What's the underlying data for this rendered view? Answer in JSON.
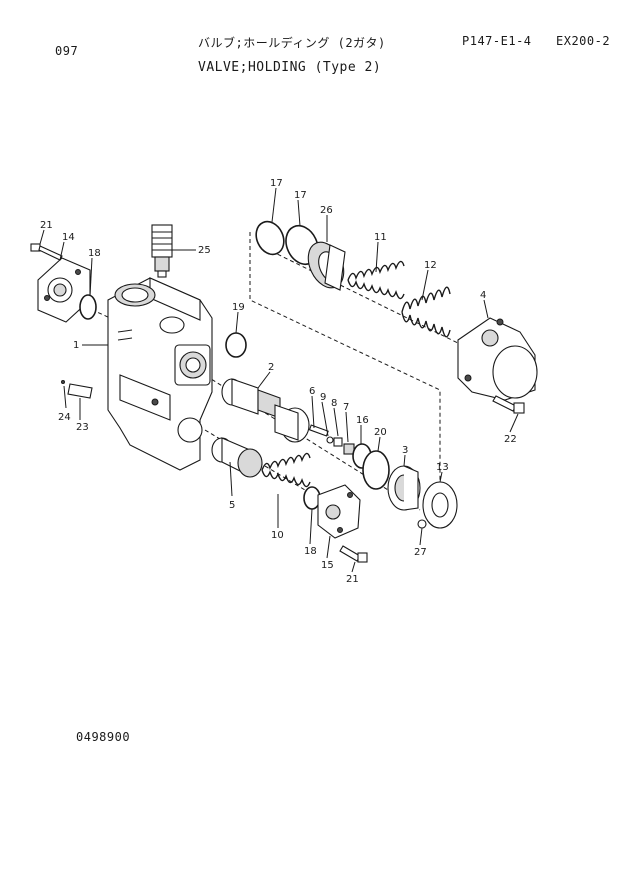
{
  "header": {
    "page_no": "097",
    "title_jp": "バルブ;ホールディング (2ガタ)",
    "title_en": "VALVE;HOLDING (Type 2)",
    "code": "P147-E1-4",
    "model": "EX200-2"
  },
  "footer": {
    "drawing_no": "0498900"
  },
  "callouts": [
    "21",
    "14",
    "18",
    "1",
    "24",
    "23",
    "25",
    "19",
    "17",
    "17",
    "26",
    "11",
    "12",
    "4",
    "22",
    "2",
    "6",
    "9",
    "8",
    "7",
    "16",
    "20",
    "3",
    "13",
    "5",
    "10",
    "18",
    "15",
    "21",
    "27"
  ]
}
